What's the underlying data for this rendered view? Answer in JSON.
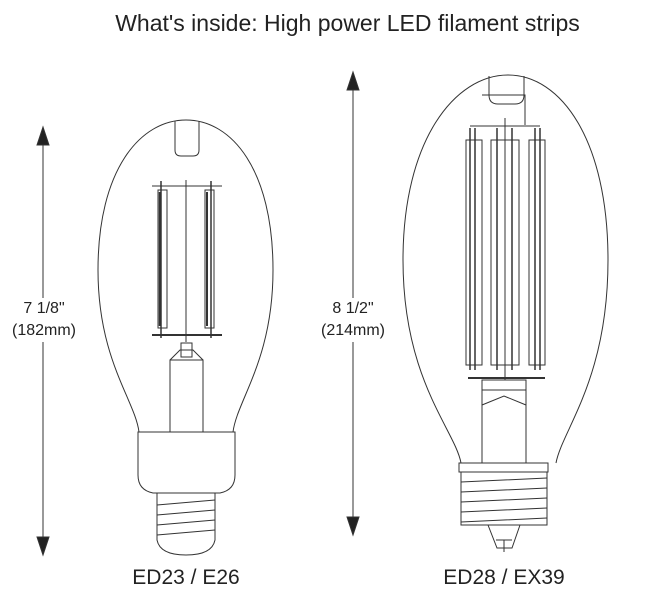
{
  "title": "What's inside: High power LED filament strips",
  "bulbs": [
    {
      "model": "ED23 / E26",
      "height_in": "7 1/8\"",
      "height_mm": "(182mm)"
    },
    {
      "model": "ED28 / EX39",
      "height_in": "8 1/2\"",
      "height_mm": "(214mm)"
    }
  ]
}
